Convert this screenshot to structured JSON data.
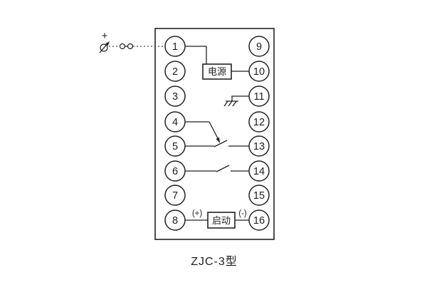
{
  "diagram": {
    "caption": "ZJC-3型",
    "power_label": "电源",
    "start_label": "启动",
    "start_plus": "(+)",
    "start_minus": "(-)",
    "external_plus": "+",
    "ink_color": "#222222",
    "terminals_left": [
      "1",
      "2",
      "3",
      "4",
      "5",
      "6",
      "7",
      "8"
    ],
    "terminals_right": [
      "9",
      "10",
      "11",
      "12",
      "13",
      "14",
      "15",
      "16"
    ]
  }
}
